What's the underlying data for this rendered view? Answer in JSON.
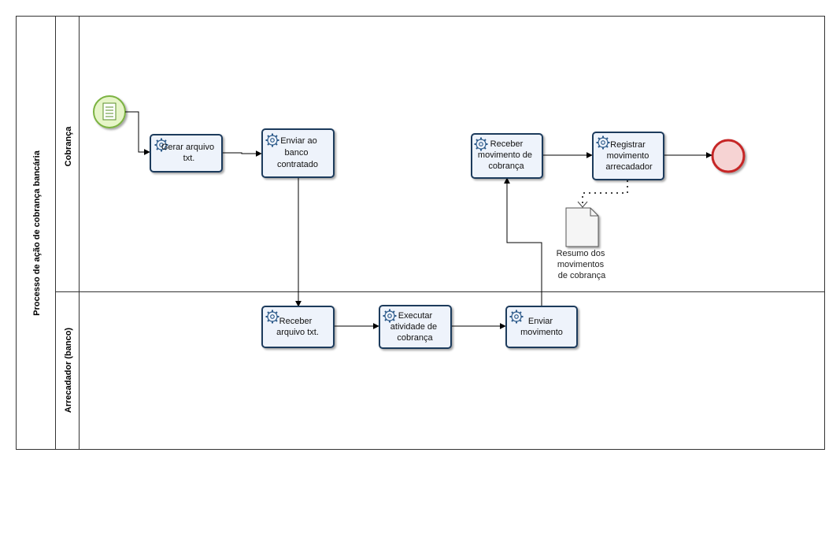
{
  "pool": {
    "label": "Processo de ação de cobrança bancária"
  },
  "lanes": [
    {
      "id": "cobranca",
      "label": "Cobrança"
    },
    {
      "id": "arrecadador",
      "label": "Arrecadador (banco)"
    }
  ],
  "events": {
    "start": "start-event",
    "end": "end-event"
  },
  "tasks": [
    {
      "id": "t1",
      "lines": [
        "Gerar arquivo",
        "txt."
      ]
    },
    {
      "id": "t2",
      "lines": [
        "Enviar ao",
        "banco",
        "contratado"
      ]
    },
    {
      "id": "t3",
      "lines": [
        "Receber",
        "movimento de",
        "cobrança"
      ]
    },
    {
      "id": "t4",
      "lines": [
        "Registrar",
        "movimento",
        "arrecadador"
      ]
    },
    {
      "id": "t5",
      "lines": [
        "Receber",
        "arquivo txt."
      ]
    },
    {
      "id": "t6",
      "lines": [
        "Executar",
        "atividade de",
        "cobrança"
      ]
    },
    {
      "id": "t7",
      "lines": [
        "Enviar",
        "movimento"
      ]
    }
  ],
  "data_object": {
    "lines": [
      "Resumo dos",
      "movimentos",
      "de cobrança"
    ]
  },
  "colors": {
    "task_fill": "#eef3fb",
    "task_stroke": "#1f3a5c",
    "start_stroke": "#7cb342",
    "start_fill": "#e6f5c8",
    "end_stroke": "#c62828",
    "end_fill": "#f6d3d3",
    "gear": "#2c5a8a"
  }
}
